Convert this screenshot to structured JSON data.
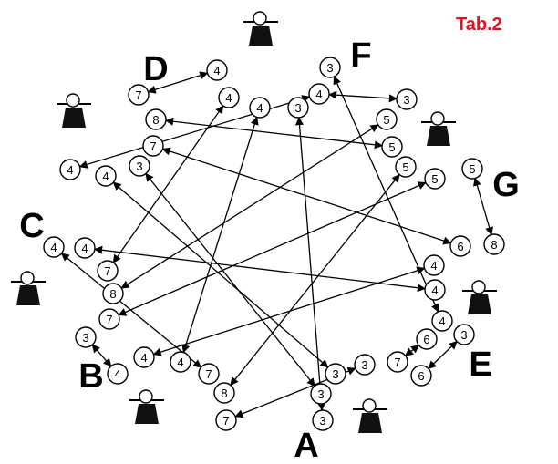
{
  "title": "Tab.2",
  "groups": [
    {
      "label": "A"
    },
    {
      "label": "B"
    },
    {
      "label": "C"
    },
    {
      "label": "D"
    },
    {
      "label": "E"
    },
    {
      "label": "F"
    },
    {
      "label": "G"
    }
  ],
  "nodes": [
    {
      "id": "n1",
      "value": "4"
    },
    {
      "id": "n2",
      "value": "7"
    },
    {
      "id": "n3",
      "value": "8"
    },
    {
      "id": "n4",
      "value": "7"
    },
    {
      "id": "n5",
      "value": "3"
    },
    {
      "id": "n6",
      "value": "4"
    },
    {
      "id": "n7",
      "value": "4"
    },
    {
      "id": "n8",
      "value": "4"
    },
    {
      "id": "n9",
      "value": "3"
    },
    {
      "id": "n10",
      "value": "3"
    },
    {
      "id": "n11",
      "value": "4"
    },
    {
      "id": "n12",
      "value": "3"
    },
    {
      "id": "n13",
      "value": "5"
    },
    {
      "id": "n14",
      "value": "5"
    },
    {
      "id": "n15",
      "value": "5"
    },
    {
      "id": "n16",
      "value": "5"
    },
    {
      "id": "n17",
      "value": "5"
    },
    {
      "id": "n18",
      "value": "8"
    },
    {
      "id": "n19",
      "value": "6"
    },
    {
      "id": "n20",
      "value": "4"
    },
    {
      "id": "n21",
      "value": "4"
    },
    {
      "id": "n22",
      "value": "4"
    },
    {
      "id": "n23",
      "value": "3"
    },
    {
      "id": "n24",
      "value": "6"
    },
    {
      "id": "n25",
      "value": "7"
    },
    {
      "id": "n26",
      "value": "6"
    },
    {
      "id": "n27",
      "value": "3"
    },
    {
      "id": "n28",
      "value": "3"
    },
    {
      "id": "n29",
      "value": "3"
    },
    {
      "id": "n30",
      "value": "3"
    },
    {
      "id": "n31",
      "value": "7"
    },
    {
      "id": "n32",
      "value": "8"
    },
    {
      "id": "n33",
      "value": "7"
    },
    {
      "id": "n34",
      "value": "4"
    },
    {
      "id": "n35",
      "value": "4"
    },
    {
      "id": "n36",
      "value": "4"
    },
    {
      "id": "n37",
      "value": "3"
    },
    {
      "id": "n38",
      "value": "7"
    },
    {
      "id": "n39",
      "value": "8"
    },
    {
      "id": "n40",
      "value": "7"
    },
    {
      "id": "n41",
      "value": "4"
    },
    {
      "id": "n42",
      "value": "4"
    },
    {
      "id": "n43",
      "value": "4"
    }
  ],
  "links": [
    [
      "n1",
      "n2"
    ],
    [
      "n3",
      "n14"
    ],
    [
      "n4",
      "n19"
    ],
    [
      "n5",
      "n29"
    ],
    [
      "n6",
      "n40"
    ],
    [
      "n7",
      "n34"
    ],
    [
      "n8",
      "n28"
    ],
    [
      "n9",
      "n30"
    ],
    [
      "n10",
      "n22"
    ],
    [
      "n11",
      "n12"
    ],
    [
      "n13",
      "n39"
    ],
    [
      "n15",
      "n32"
    ],
    [
      "n16",
      "n38"
    ],
    [
      "n17",
      "n18"
    ],
    [
      "n21",
      "n41"
    ],
    [
      "n20",
      "n35"
    ],
    [
      "n23",
      "n26"
    ],
    [
      "n24",
      "n25"
    ],
    [
      "n27",
      "n31"
    ],
    [
      "n33",
      "n42"
    ],
    [
      "n36",
      "n37"
    ],
    [
      "n43",
      "n11"
    ]
  ]
}
